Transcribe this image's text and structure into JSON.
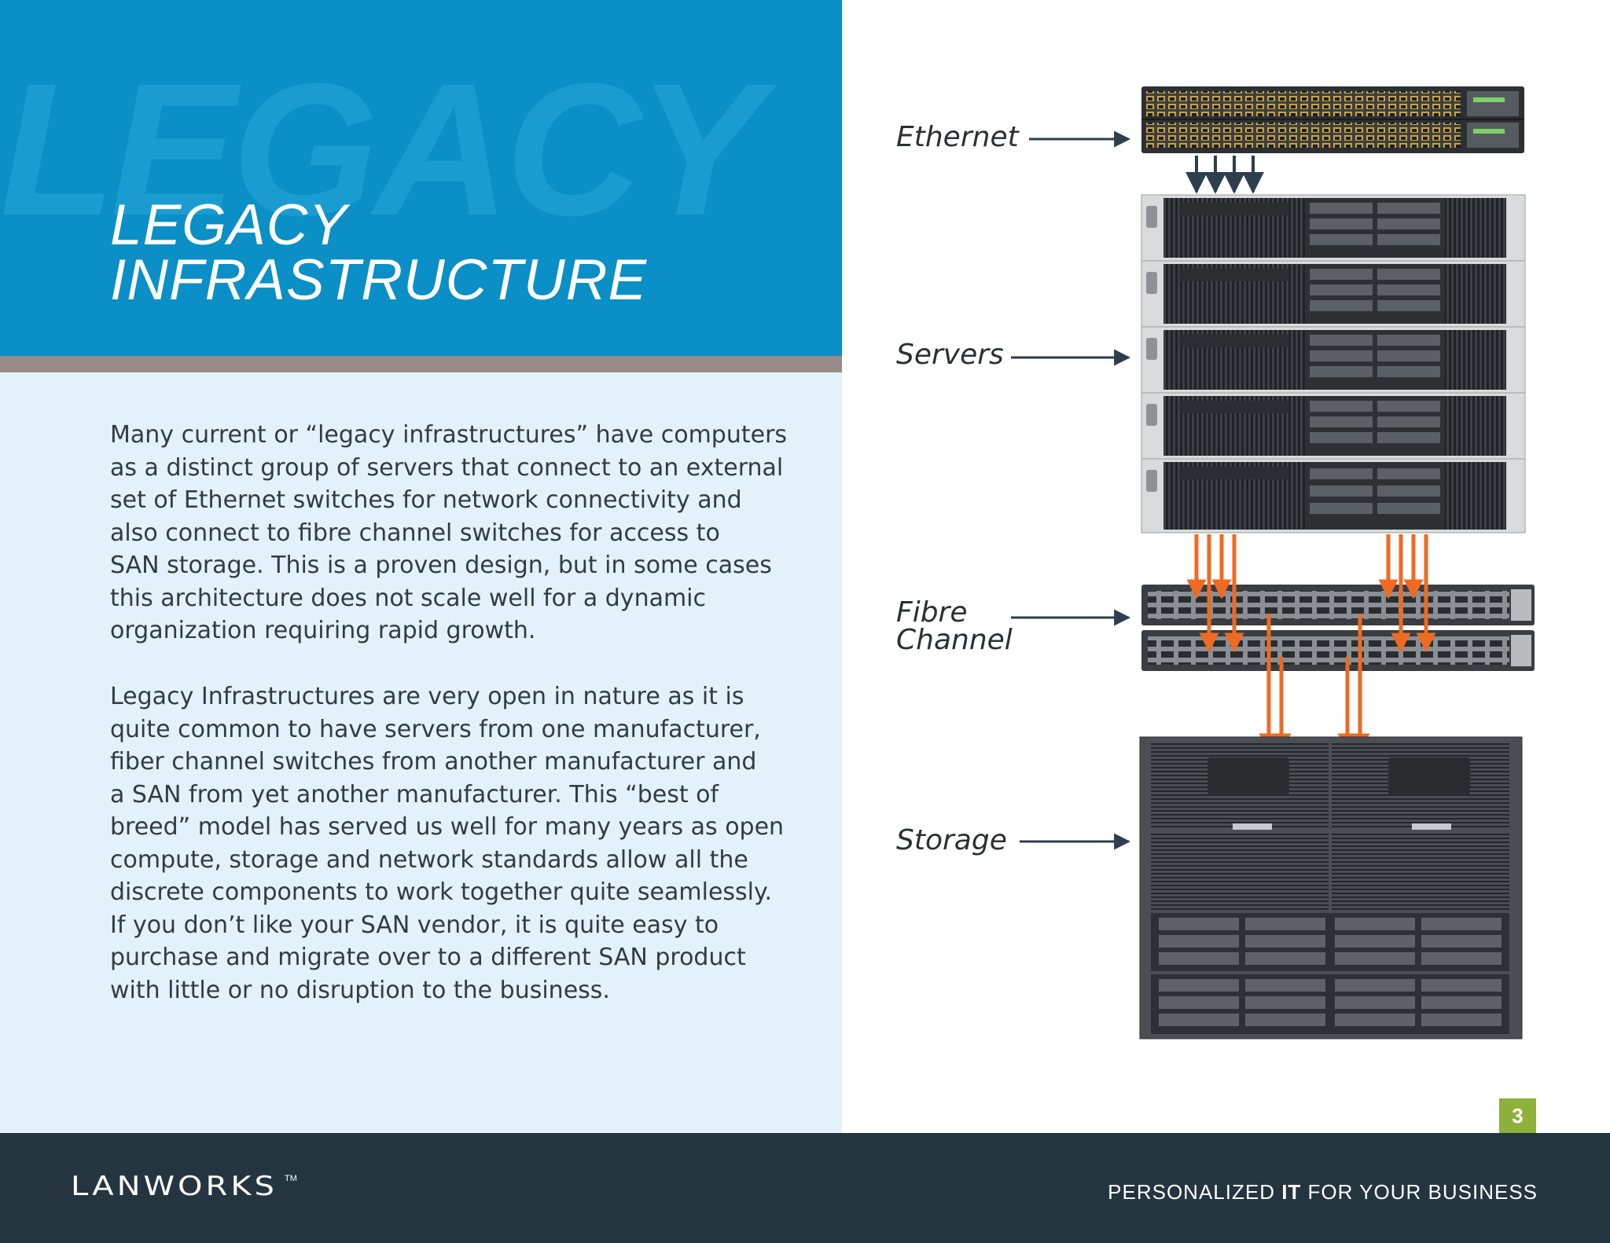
{
  "hero": {
    "watermark": "LEGACY",
    "title_line1": "LEGACY",
    "title_line2": "INFRASTRUCTURE"
  },
  "body": {
    "paragraph1": "Many current or “legacy infrastructures” have computers\nas a distinct group of servers that connect to an external\nset of Ethernet switches for network connectivity and\nalso connect to fibre channel switches for access to\nSAN storage. This is a proven design, but in some cases\nthis architecture does not scale well for a dynamic\norganization requiring rapid growth.",
    "paragraph2": "Legacy Infrastructures are very open in nature as it is\nquite common to have servers from one manufacturer,\nfiber channel switches from another manufacturer and\na SAN from yet another manufacturer.  This “best of\nbreed” model has served us well for many years as open\ncompute, storage and network standards allow all the\ndiscrete components to work together quite seamlessly.\nIf you don’t like your SAN vendor, it is quite easy to\npurchase and migrate over to a different SAN product\nwith little or no disruption to the business."
  },
  "diagram": {
    "label_ethernet": "Ethernet",
    "label_servers": "Servers",
    "label_fibre_1": "Fibre",
    "label_fibre_2": "Channel",
    "label_storage": "Storage"
  },
  "footer": {
    "logo": "LANWORKS",
    "logo_tm": "TM",
    "tagline_pre": "PERSONALIZED ",
    "tagline_bold": "IT",
    "tagline_post": " FOR YOUR BUSINESS",
    "page_number": "3"
  },
  "colors": {
    "hero_blue": "#0a8fc6",
    "band_taupe": "#978c87",
    "panel_light_blue": "#e3f1fa",
    "footer_navy": "#243540",
    "page_badge_green": "#8db13a",
    "fibre_arrow_orange": "#ee6b23",
    "ethernet_arrow_navy": "#2d3e4c"
  }
}
